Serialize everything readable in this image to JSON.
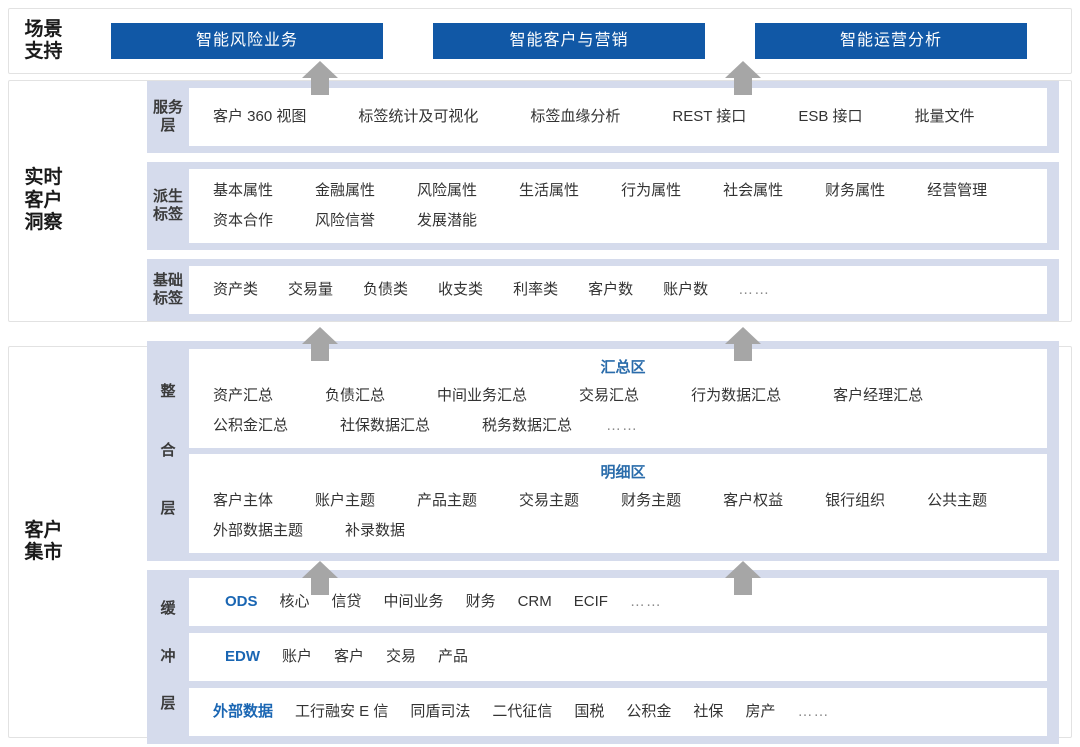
{
  "colors": {
    "scene_button_bg": "#1158a6",
    "band_bg": "#d5dbec",
    "card_bg": "#ffffff",
    "accent_blue": "#1a66b3",
    "card_title_blue": "#2a6cab",
    "arrow_gray": "#a6a6a6",
    "text": "#333333",
    "frame_border": "#e2e2e2"
  },
  "sections": {
    "scene": {
      "title": "场景\n支持",
      "buttons": [
        {
          "label": "智能风险业务"
        },
        {
          "label": "智能客户与营销"
        },
        {
          "label": "智能运营分析"
        }
      ]
    },
    "insight": {
      "title": "实时\n客户\n洞察",
      "bands": [
        {
          "label": "服务\n层",
          "cards": [
            {
              "title": "",
              "items": [
                "客户 360 视图",
                "标签统计及可视化",
                "标签血缘分析",
                "REST 接口",
                "ESB 接口",
                "批量文件"
              ]
            }
          ]
        },
        {
          "label": "派生\n标签",
          "cards": [
            {
              "title": "",
              "items": [
                "基本属性",
                "金融属性",
                "风险属性",
                "生活属性",
                "行为属性",
                "社会属性",
                "财务属性",
                "经营管理",
                "资本合作",
                "风险信誉",
                "发展潜能"
              ]
            }
          ]
        },
        {
          "label": "基础\n标签",
          "cards": [
            {
              "title": "",
              "items": [
                "资产类",
                "交易量",
                "负债类",
                "收支类",
                "利率类",
                "客户数",
                "账户数",
                "……"
              ]
            }
          ]
        }
      ]
    },
    "mart": {
      "title": "客户\n集市",
      "bands": [
        {
          "label_chars": [
            "整",
            "合",
            "层"
          ],
          "cards": [
            {
              "title": "汇总区",
              "items": [
                "资产汇总",
                "负债汇总",
                "中间业务汇总",
                "交易汇总",
                "行为数据汇总",
                "客户经理汇总",
                "公积金汇总",
                "社保数据汇总",
                "税务数据汇总",
                "……"
              ]
            },
            {
              "title": "明细区",
              "items": [
                "客户主体",
                "账户主题",
                "产品主题",
                "交易主题",
                "财务主题",
                "客户权益",
                "银行组织",
                "公共主题",
                "外部数据主题",
                "补录数据"
              ]
            }
          ]
        },
        {
          "label_chars": [
            "缓",
            "冲",
            "层"
          ],
          "cards": [
            {
              "title": "",
              "accent_first": true,
              "items": [
                "ODS",
                "核心",
                "信贷",
                "中间业务",
                "财务",
                "CRM",
                "ECIF",
                "……"
              ]
            },
            {
              "title": "",
              "accent_first": true,
              "items": [
                "EDW",
                "账户",
                "客户",
                "交易",
                "产品"
              ]
            },
            {
              "title": "",
              "accent_first": true,
              "items": [
                "外部数据",
                "工行融安 E 信",
                "同盾司法",
                "二代征信",
                "国税",
                "公积金",
                "社保",
                "房产",
                "……"
              ]
            }
          ]
        }
      ]
    }
  },
  "arrows": {
    "icon": "arrow-up-icon",
    "count": 6
  }
}
